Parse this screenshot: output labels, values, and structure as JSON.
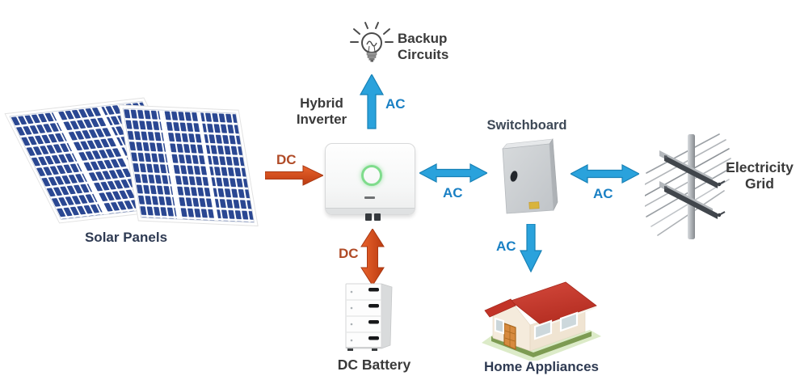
{
  "diagram": {
    "type": "hybrid-solar-energy-system",
    "nodes": {
      "solar_panels": {
        "label": "Solar Panels"
      },
      "hybrid_inverter": {
        "line1": "Hybrid",
        "line2": "Inverter"
      },
      "backup_circuits": {
        "line1": "Backup",
        "line2": "Circuits"
      },
      "switchboard": {
        "label": "Switchboard"
      },
      "electricity_grid": {
        "line1": "Electricity",
        "line2": "Grid"
      },
      "dc_battery": {
        "label": "DC Battery"
      },
      "home_appliances": {
        "label": "Home Appliances"
      }
    },
    "links": {
      "solar_to_inverter": {
        "label": "DC",
        "current": "dc",
        "direction": "right"
      },
      "inverter_to_backup": {
        "label": "AC",
        "current": "ac",
        "direction": "up"
      },
      "inverter_to_battery": {
        "label": "DC",
        "current": "dc",
        "direction": "bidirectional"
      },
      "inverter_to_switchboard": {
        "label": "AC",
        "current": "ac",
        "direction": "bidirectional"
      },
      "switchboard_to_grid": {
        "label": "AC",
        "current": "ac",
        "direction": "bidirectional"
      },
      "switchboard_to_home": {
        "label": "AC",
        "current": "ac",
        "direction": "down"
      }
    },
    "colors": {
      "ac_arrow": "#2AA2DC",
      "ac_label": "#1A80C4",
      "dc_arrow": "#D44D1C",
      "dc_label": "#B04B27",
      "dark_label": "#3A3A3A",
      "navy_label": "#2E3A52",
      "inverter_ring_green": "#7FDC8C",
      "solar_cell_blue": "#2A4792",
      "house_roof_red": "#C93A2B"
    }
  }
}
